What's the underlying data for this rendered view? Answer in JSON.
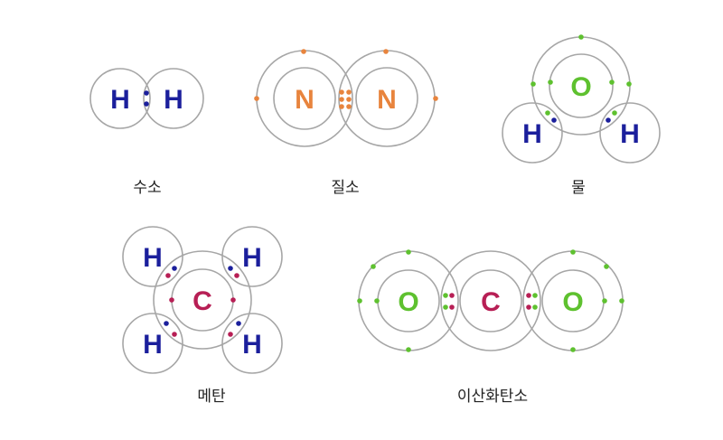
{
  "colors": {
    "hydrogen": "#1b1f9c",
    "nitrogen": "#e8843d",
    "oxygen": "#5ec12f",
    "carbon": "#b71f55",
    "shell": "#a6a6a6"
  },
  "symbols": {
    "H": "H",
    "N": "N",
    "O": "O",
    "C": "C"
  },
  "molecules": {
    "hydrogen": {
      "label": "수소"
    },
    "nitrogen": {
      "label": "질소"
    },
    "water": {
      "label": "물"
    },
    "methane": {
      "label": "메탄"
    },
    "carbon_dioxide": {
      "label": "이산화탄소"
    }
  }
}
